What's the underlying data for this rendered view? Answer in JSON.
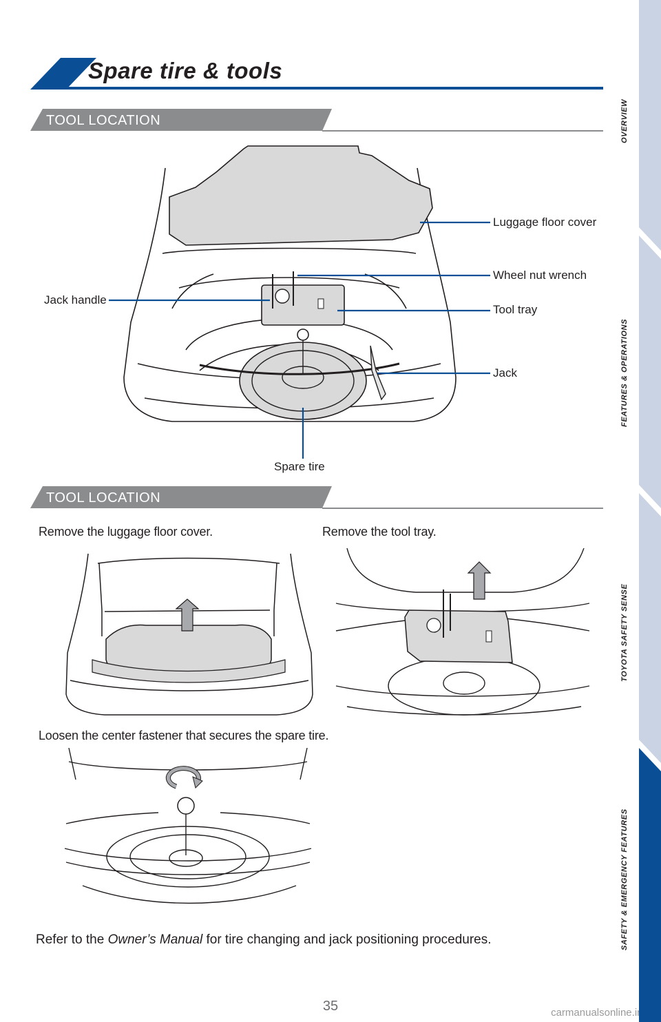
{
  "header": {
    "title": "Spare tire & tools"
  },
  "sections": [
    {
      "label": "TOOL LOCATION"
    },
    {
      "label": "TOOL LOCATION"
    }
  ],
  "callouts": {
    "luggage_floor_cover": "Luggage floor cover",
    "wheel_nut_wrench": "Wheel nut wrench",
    "jack_handle": "Jack handle",
    "tool_tray": "Tool tray",
    "jack": "Jack",
    "spare_tire": "Spare tire"
  },
  "steps": {
    "step1": "Remove the luggage floor cover.",
    "step2": "Remove the tool tray.",
    "step3": "Loosen the center fastener that secures the spare tire."
  },
  "footer": {
    "prefix": "Refer to the ",
    "manual": "Owner’s Manual",
    "suffix": " for tire changing and jack positioning procedures."
  },
  "page_number": "35",
  "watermark": "carmanualsonline.info",
  "side_tabs": [
    {
      "label": "OVERVIEW",
      "active": false
    },
    {
      "label": "FEATURES & OPERATIONS",
      "active": false
    },
    {
      "label": "TOYOTA SAFETY SENSE",
      "active": false
    },
    {
      "label": "SAFETY & EMERGENCY FEATURES",
      "active": true
    }
  ],
  "colors": {
    "accent": "#0a4f96",
    "tab_inactive": "#c9d3e3",
    "tab_active": "#0a4f96",
    "section_gray": "#8a8c8e"
  }
}
